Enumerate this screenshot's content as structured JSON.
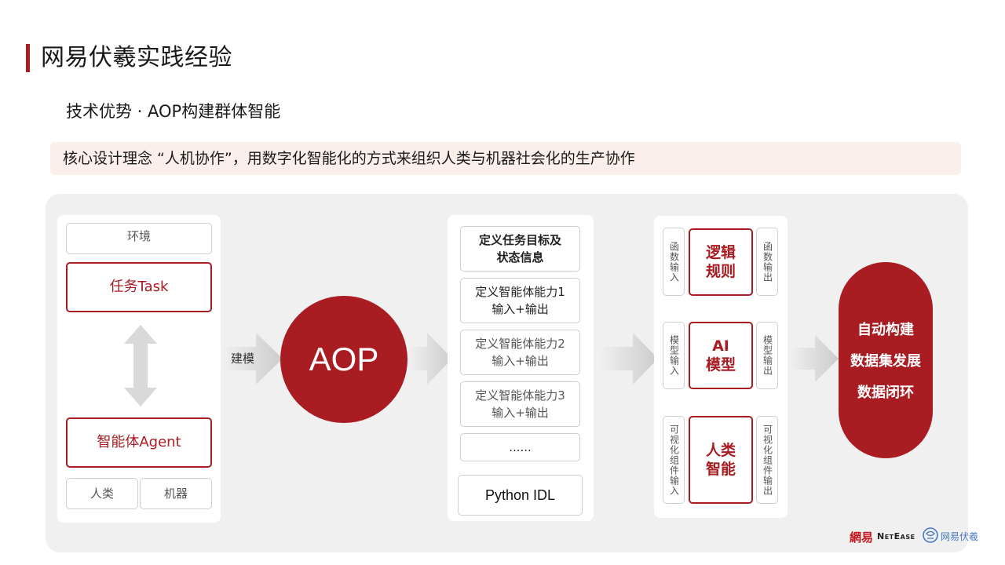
{
  "header": {
    "title": "网易伏羲实践经验",
    "subtitle": "技术优势 · AOP构建群体智能",
    "concept": "核心设计理念 “人机协作”，用数字化智能化的方式来组织人类与机器社会化的生产协作"
  },
  "left_panel": {
    "environment": "环境",
    "task": "任务Task",
    "agent": "智能体Agent",
    "human": "人类",
    "machine": "机器"
  },
  "modeling_label": "建模",
  "aop_label": "AOP",
  "middle_panel": {
    "items": [
      "定义任务目标及\n状态信息",
      "定义智能体能力1\n输入+输出",
      "定义智能体能力2\n输入+输出",
      "定义智能体能力3\n输入+输出",
      "......"
    ],
    "idl": "Python IDL"
  },
  "right_panel": {
    "rows": [
      {
        "input": "函数输入",
        "core": "逻辑\n规则",
        "output": "函数输出"
      },
      {
        "input": "模型输入",
        "core": "AI\n模型",
        "output": "模型输出"
      },
      {
        "input": "可视化组件输入",
        "core": "人类\n智能",
        "output": "可视化组件输出"
      }
    ]
  },
  "result": {
    "lines": [
      "自动构建",
      "数据集发展",
      "数据闭环"
    ]
  },
  "brand": {
    "netease_cn": "網易",
    "netease_en": "NetEase",
    "fuxi": "网易伏羲"
  },
  "colors": {
    "accent": "#a81c22",
    "border": "#cfcfcf",
    "canvas": "#f0f0f0",
    "concept_bg": "#fbefec",
    "fuxi_blue": "#4a78c8"
  },
  "icons": {
    "flow_arrow": "right-arrow-icon",
    "bidirectional": "double-arrow-icon",
    "fuxi_logo": "fuxi-logo-icon"
  }
}
